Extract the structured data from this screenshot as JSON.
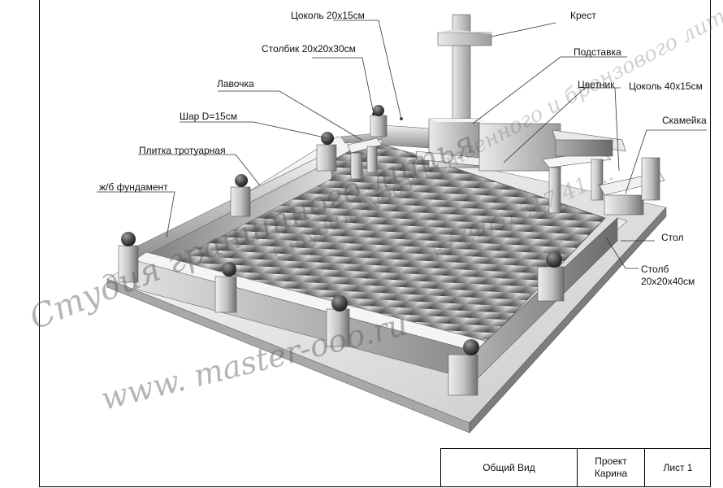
{
  "labels": {
    "cokol_small": "Цоколь 20х15см",
    "krest": "Крест",
    "stolbik": "Столбик 20х20х30см",
    "podstavka": "Подставка",
    "lavochka": "Лавочка",
    "cvetnik": "Цветник",
    "cokol_large": "Цоколь 40х15см",
    "shar": "Шар D=15см",
    "skameyka": "Скамейка",
    "plitka": "Плитка тротуарная",
    "fundament": "ж/б фундамент",
    "stol": "Стол",
    "stolb_line1": "Столб",
    "stolb_line2": "20х20х40см"
  },
  "title_block": {
    "view": "Общий Вид",
    "project_line1": "Проект",
    "project_line2": "Карина",
    "sheet": "Лист 1"
  },
  "watermarks": {
    "script": "Студия гранитного литья",
    "url": "www. master-ooo.ru",
    "diag1": "Студия художественного и бронзового литья",
    "diag2": "+7 (905) 517 41 ..."
  },
  "colors": {
    "line": "#333333",
    "frame": "#000000"
  }
}
